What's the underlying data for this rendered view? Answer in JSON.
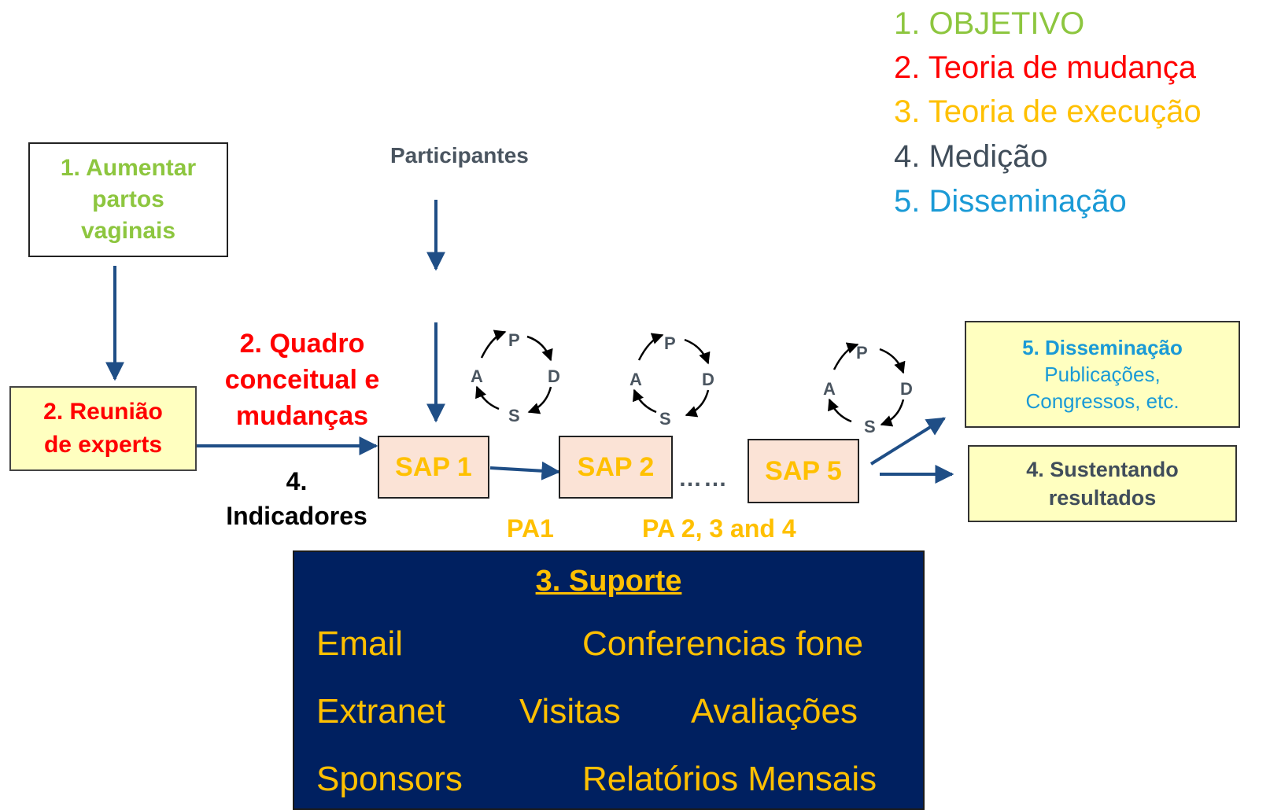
{
  "legend": {
    "item1": "1. OBJETIVO",
    "item2": "2. Teoria de mudança",
    "item3": "3. Teoria de execução",
    "item4": "4. Medição",
    "item5": "5. Disseminação",
    "colors": {
      "item1": "#8dc63f",
      "item2": "#ff0000",
      "item3": "#ffc000",
      "item4": "#404d5a",
      "item5": "#1a9ad6"
    }
  },
  "objective_box": {
    "text": "1. Aumentar partos vaginais"
  },
  "experts_box": {
    "text": "2. Reunião de experts"
  },
  "concept_label": {
    "text": "2. Quadro conceitual e mudanças"
  },
  "indicators_label": {
    "line1": "4.",
    "line2": "Indicadores"
  },
  "participants_label": "Participantes",
  "saps": {
    "sap1": "SAP 1",
    "sap2": "SAP 2",
    "sap5": "SAP 5",
    "dots": "……"
  },
  "pdsa": {
    "p": "P",
    "d": "D",
    "s": "S",
    "a": "A"
  },
  "pa_labels": {
    "pa1": "PA1",
    "pa234": "PA 2, 3 and 4"
  },
  "dissemination_box": {
    "title": "5. Disseminação",
    "line1": "Publicações,",
    "line2": "Congressos, etc."
  },
  "sustain_box": {
    "line1": "4. Sustentando",
    "line2": "resultados"
  },
  "support": {
    "title": "3. Suporte",
    "email": "Email",
    "conf": "Conferencias fone",
    "extranet": "Extranet",
    "visitas": "Visitas",
    "avaliacoes": "Avaliações",
    "sponsors": "Sponsors",
    "relatorios": "Relatórios Mensais"
  }
}
